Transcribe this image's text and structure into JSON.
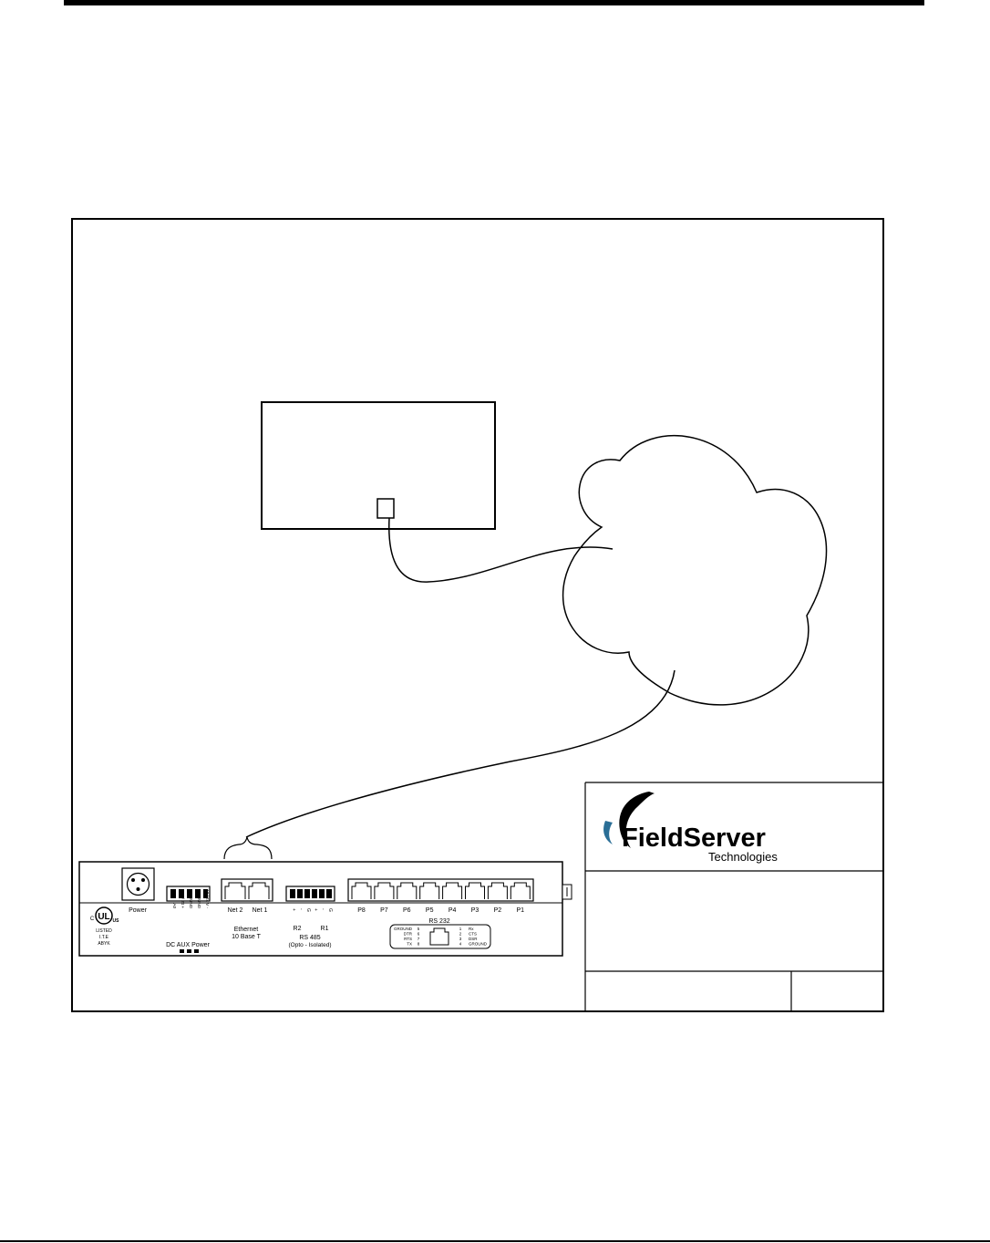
{
  "device_panel": {
    "power_label": "Power",
    "dc_aux_power_label": "DC AUX Power",
    "aux_pin_labels": [
      "A0",
      "12V / 24 +",
      "GROUND",
      "GROUND",
      "12 / 24 V -"
    ],
    "ethernet_ports": [
      "Net 2",
      "Net 1"
    ],
    "ethernet_label": "Ethernet",
    "ethernet_sublabel": "10 Base T",
    "rs485_ports": [
      "R2",
      "R1"
    ],
    "rs485_label": "RS 485",
    "rs485_sublabel": "(Opto - Isolated)",
    "rs485_pin_labels": [
      "+",
      "-",
      "G",
      "+",
      "-",
      "G"
    ],
    "serial_ports": [
      "P8",
      "P7",
      "P6",
      "P5",
      "P4",
      "P3",
      "P2",
      "P1"
    ],
    "rs232_label": "RS 232",
    "rs232_left_pins": [
      {
        "name": "GROUND",
        "num": "5"
      },
      {
        "name": "DTR",
        "num": "6"
      },
      {
        "name": "RTS",
        "num": "7"
      },
      {
        "name": "TX",
        "num": "8"
      }
    ],
    "rs232_right_pins": [
      {
        "num": "1",
        "name": "Rx"
      },
      {
        "num": "2",
        "name": "CTS"
      },
      {
        "num": "3",
        "name": "DSR"
      },
      {
        "num": "4",
        "name": "GROUND"
      }
    ],
    "ul_mark": "UL",
    "ul_c": "C",
    "ul_us": "US",
    "ul_listed": "LISTED",
    "ul_code1": "I.T.E",
    "ul_code2": "ABYK"
  },
  "title_block": {
    "brand_name": "FieldServer",
    "brand_sub": "Technologies"
  }
}
